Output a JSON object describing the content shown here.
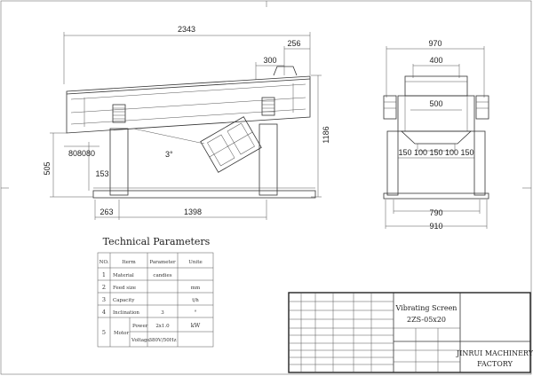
{
  "dimensions": {
    "overall_length": "2343",
    "top_256": "256",
    "top_300": "300",
    "side_height": "1186",
    "left_505": "505",
    "left_153": "153",
    "spacing_80": "808080",
    "angle": "3°",
    "base_263": "263",
    "base_1398": "1398",
    "front_970": "970",
    "front_400": "400",
    "front_500": "500",
    "front_150_100": "150 100 150 100 150",
    "front_790": "790",
    "front_910": "910"
  },
  "tech_params": {
    "title": "Technical Parameters",
    "headers": [
      "NO.",
      "Iterm",
      "Parameter",
      "Unite"
    ],
    "rows": [
      {
        "no": "1",
        "item": "Material",
        "param": "candies",
        "unit": ""
      },
      {
        "no": "2",
        "item": "Feed size",
        "param": "",
        "unit": "mm"
      },
      {
        "no": "3",
        "item": "Capacity",
        "param": "",
        "unit": "t/h"
      },
      {
        "no": "4",
        "item": "Inclination",
        "param": "3",
        "unit": "°"
      }
    ],
    "motor": {
      "no": "5",
      "item": "Motor",
      "power_label": "Power",
      "power_value": "2x1.0",
      "power_unit": "kW",
      "voltage_label": "Voltage",
      "voltage_value": "380V/50Hz"
    }
  },
  "title_block": {
    "product_name": "Vibrating Screen",
    "model": "2ZS-05x20",
    "company_line1": "JINRUI MACHINERY",
    "company_line2": "FACTORY"
  }
}
